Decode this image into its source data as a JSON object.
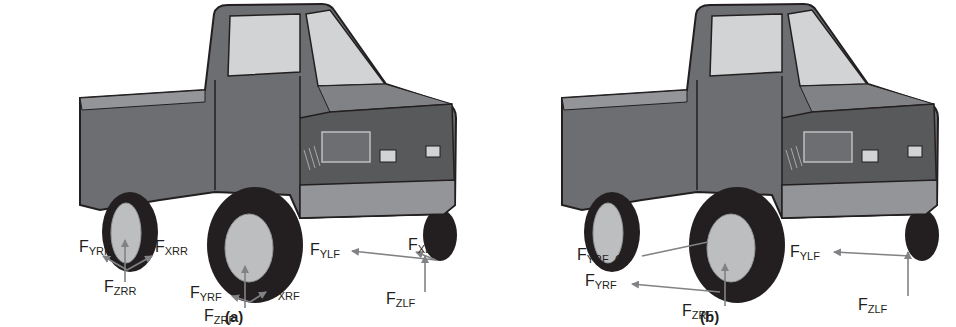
{
  "diagram": {
    "labels": [
      "FYRR",
      "FZRR",
      "FXRR",
      "FYRF",
      "FXRF",
      "FZRF",
      "FYLF",
      "FXLF",
      "FZLF",
      "(a)",
      "FYRF_CP",
      "FYRF",
      "FZRF",
      "FYLF",
      "FZLF",
      "(b)"
    ]
  }
}
